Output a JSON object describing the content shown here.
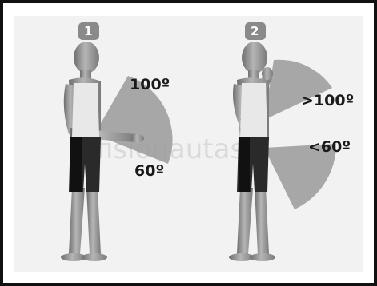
{
  "panels": [
    {
      "badge": "1",
      "upper_angle": "100º",
      "lower_angle": "60º"
    },
    {
      "badge": "2",
      "upper_angle": ">100º",
      "lower_angle": "<60º"
    }
  ],
  "watermark": "fisionautas",
  "colors": {
    "badge_bg": "#8a8a8a",
    "angle_fill": "#9a9a9a",
    "skin": "#9b9b9b",
    "shorts": "#1a1a1a",
    "background": "#f2f2f2",
    "border": "#111111"
  },
  "icons": [
    "human-figure-icon",
    "angle-wedge-icon",
    "number-badge-icon"
  ]
}
